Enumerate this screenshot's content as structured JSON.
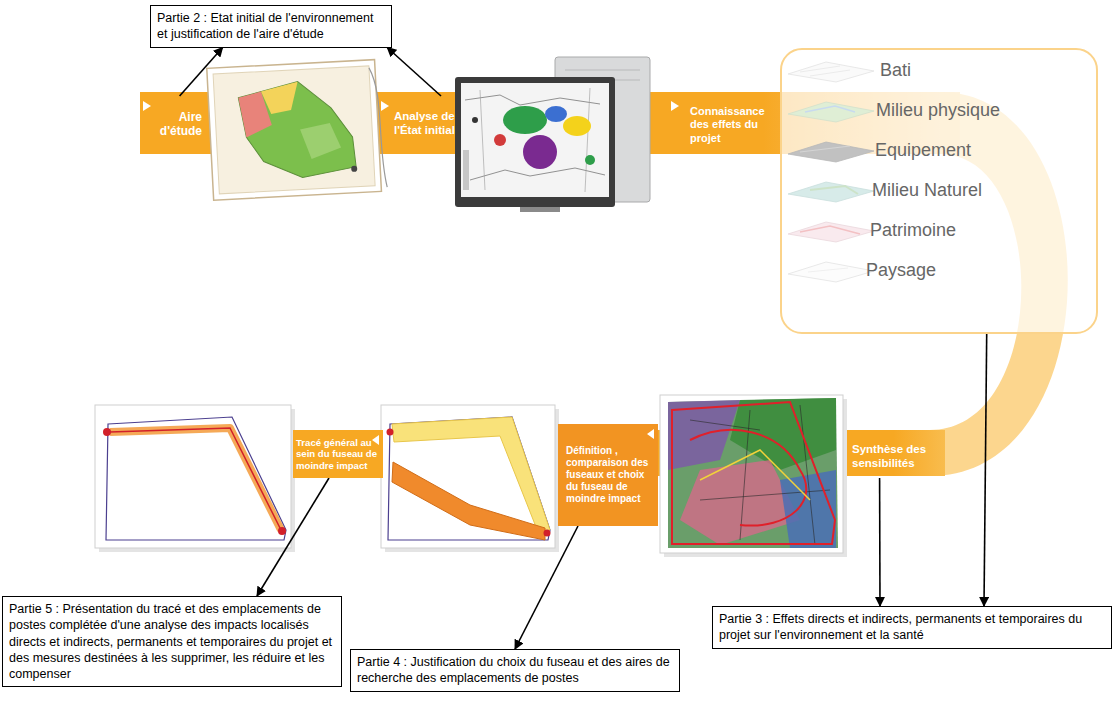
{
  "diagram": {
    "nodes": [
      {
        "text": [
          "Partie 2 : Etat initial de l'environnement et justification de l'aire d'étude"
        ]
      },
      {
        "text": [
          "Aire d'étude"
        ]
      },
      {
        "text": [
          "Analyse de l'État initial"
        ]
      },
      {
        "text": [
          "Connaissance des effets du projet"
        ]
      },
      {
        "text": [
          "Bati",
          "Milieu physique",
          "Equipement",
          "Milieu Naturel",
          "Patrimoine",
          "Paysage"
        ]
      },
      {
        "text": [
          "Synthèse des sensibilités"
        ]
      },
      {
        "text": [
          "Définition , comparaison des fuseaux et choix du fuseau de moindre impact"
        ]
      },
      {
        "text": [
          "Tracé général au sein du fuseau de moindre impact"
        ]
      },
      {
        "text": [
          "Partie 5 : Présentation du tracé et des emplacements de postes complétée d'une analyse des impacts localisés directs et indirects, permanents et temporaires du projet et des mesures destinées à les supprimer, les réduire et les compenser"
        ]
      },
      {
        "text": [
          "Partie 4 : Justification du choix du fuseau et des aires de recherche des emplacements de postes"
        ]
      },
      {
        "text": [
          "Partie 3 : Effets directs et indirects, permanents et temporaires du projet sur l'environnement et la santé"
        ]
      }
    ],
    "edges": [
      {
        "from": 1,
        "to": 0,
        "arrow": "to"
      },
      {
        "from": 2,
        "to": 0,
        "arrow": "to"
      },
      {
        "from": 5,
        "to": 10,
        "arrow": "to"
      },
      {
        "from": 4,
        "to": 10,
        "arrow": "to"
      },
      {
        "from": 6,
        "to": 9,
        "arrow": "to"
      },
      {
        "from": 7,
        "to": 8,
        "arrow": "to"
      }
    ]
  }
}
